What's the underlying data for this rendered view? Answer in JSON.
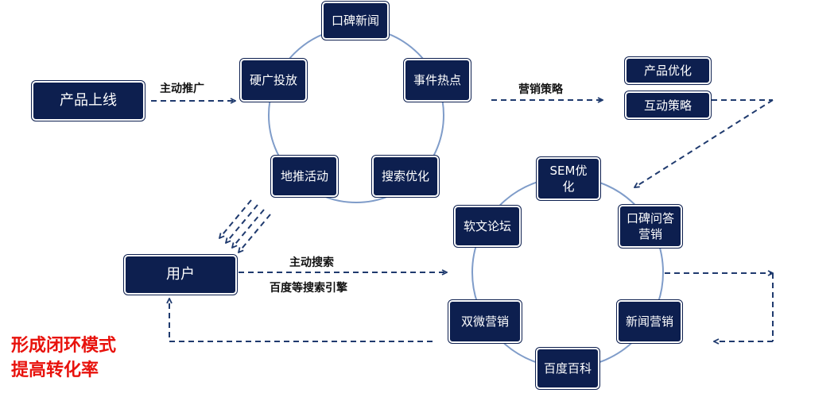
{
  "nodes": {
    "product_launch": "产品上线",
    "word_of_mouth_news": "口碑新闻",
    "hard_ads": "硬广投放",
    "event_hotspot": "事件热点",
    "ground_promotion": "地推活动",
    "search_optimization": "搜索优化",
    "product_optimization": "产品优化",
    "interaction_strategy": "互动策略",
    "user": "用户",
    "sem_optimization": "SEM优化",
    "soft_article_forum": "软文论坛",
    "word_of_mouth_qa": "口碑问答营销",
    "double_micro_marketing": "双微营销",
    "news_marketing": "新闻营销",
    "baidu_baike": "百度百科"
  },
  "labels": {
    "active_promotion": "主动推广",
    "marketing_strategy": "营销策略",
    "active_search": "主动搜索",
    "baidu_search_engines": "百度等搜索引擎"
  },
  "slogan": {
    "line1": "形成闭环模式",
    "line2": "提高转化率"
  },
  "colors": {
    "node_fill": "#0d1f4f",
    "line": "#1f3a6e",
    "circle": "#7f9cc9",
    "slogan": "#e8120c"
  }
}
